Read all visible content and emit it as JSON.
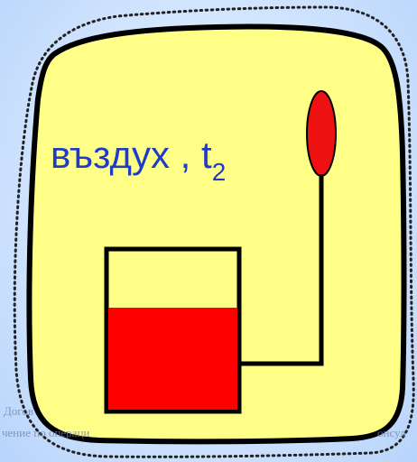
{
  "diagram": {
    "air_label": "въздух , t",
    "air_label_sub": "2",
    "colors": {
      "background": "#cfe2ff",
      "enclosure_fill": "#ffff88",
      "enclosure_stroke": "#000000",
      "liquid": "#ff0000",
      "label_text": "#1f3cc9"
    }
  },
  "footer": {
    "line1": "Догов",
    "line2": "чение по операци",
    "line3": "онсул"
  }
}
